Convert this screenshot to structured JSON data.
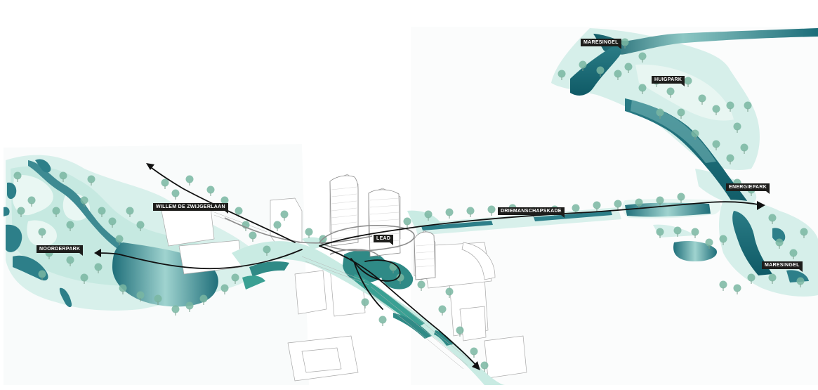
{
  "labels": {
    "noorderpark": "NOORDERPARK",
    "willem": "WILLEM DE ZWIJGERLAAN",
    "lead": "LEAD",
    "driemanschapskade": "DRIEMANSCHAPSKADE",
    "maresingel_top": "MARESINGEL",
    "huigpark": "HUIGPARK",
    "energiepark": "ENERGIEPARK",
    "maresingel_bottom": "MARESINGEL"
  },
  "colors": {
    "water_dark": "#1f6f7a",
    "water_light": "#8fc9c6",
    "park": "#d5efe9",
    "park_edge": "#bfe5dc",
    "tree": "#7ab7a2",
    "route": "#111111",
    "building_line": "#9a9a9a"
  }
}
